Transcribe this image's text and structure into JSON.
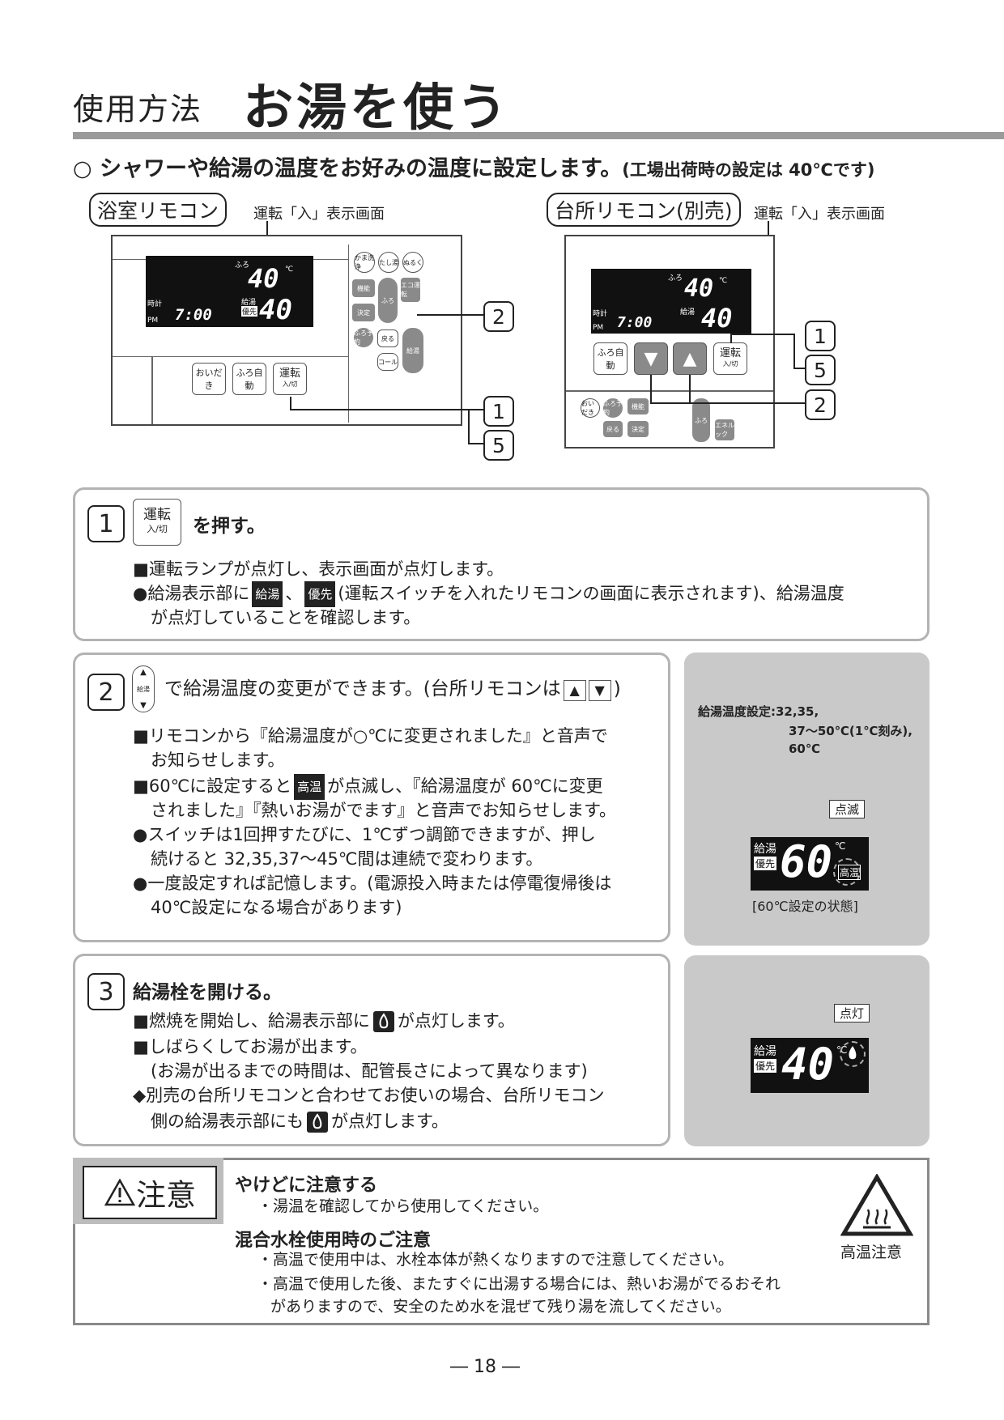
{
  "header": {
    "category": "使用方法",
    "title": "お湯を使う"
  },
  "intro": {
    "main": "○ シャワーや給湯の温度をお好みの温度に設定します。",
    "note": "(工場出荷時の設定は 40℃です)"
  },
  "bath_remote": {
    "label": "浴室リモコン",
    "display_note": "運転「入」表示画面",
    "lcd": {
      "bath_small": "ふろ",
      "bath_temp": "40",
      "unit": "℃",
      "clock_label": "時計",
      "pm": "PM",
      "clock": "7:00",
      "kyuto": "給湯",
      "yusen": "優先",
      "supply_temp": "40"
    },
    "buttons": {
      "oidaki": "おいだき",
      "furo_auto": "ふろ自動",
      "unten": "運転",
      "unten_sub": "入/切",
      "kama": "かま洗浄",
      "tashi": "たし湯",
      "nuruku": "ぬるく",
      "kino": "機能",
      "eco": "エコ運転",
      "kettei": "決定",
      "furo": "ふろ",
      "furo_yoyaku": "ふろ予約",
      "modoru": "戻る",
      "kyuto": "給湯",
      "call": "コール"
    },
    "callouts": {
      "c2": "2",
      "c1": "1",
      "c5": "5"
    }
  },
  "kitchen_remote": {
    "label": "台所リモコン(別売)",
    "display_note": "運転「入」表示画面",
    "lcd": {
      "bath_small": "ふろ",
      "bath_temp": "40",
      "unit": "℃",
      "clock_label": "時計",
      "pm": "PM",
      "clock": "7:00",
      "kyuto": "給湯",
      "supply_temp": "40"
    },
    "buttons": {
      "furo_auto": "ふろ自動",
      "unten": "運転",
      "unten_sub": "入/切",
      "oidaki": "おいだき",
      "furo_yoyaku": "ふろ予約",
      "kino": "機能",
      "modoru": "戻る",
      "kettei": "決定",
      "furo": "ふろ",
      "ene": "エネルック"
    },
    "callouts": {
      "c1": "1",
      "c5": "5",
      "c2": "2"
    }
  },
  "step1": {
    "num": "1",
    "btn_main": "運転",
    "btn_sub": "入/切",
    "action": "を押す。",
    "line1": "■運転ランプが点灯し、表示画面が点灯します。",
    "line2_a": "●給湯表示部に",
    "tag_kyuto": "給湯",
    "sep": "、",
    "tag_yusen": "優先",
    "line2_b": "(運転スイッチを入れたリモコンの画面に表示されます)、給湯温度",
    "line3": "が点灯していることを確認します。"
  },
  "step2": {
    "num": "2",
    "btn_label": "給湯",
    "action_a": "で給湯温度の変更ができます。(台所リモコンは",
    "action_b": ")",
    "l1": "■リモコンから『給湯温度が○℃に変更されました』と音声で",
    "l2": "お知らせします。",
    "l3_a": "■60℃に設定すると",
    "tag_kouon": "高温",
    "l3_b": "が点滅し、『給湯温度が 60℃に変更",
    "l4": "されました』『熱いお湯がでます』と音声でお知らせします。",
    "l5": "●スイッチは1回押すたびに、1℃ずつ調節できますが、押し",
    "l6": "続けると 32,35,37～45℃間は連続で変わります。",
    "l7": "●一度設定すれば記憶します。(電源投入時または停電復帰後は",
    "l8": "40℃設定になる場合があります)",
    "side": {
      "range1": "給湯温度設定:32,35,",
      "range2": "37～50℃(1℃刻み),",
      "range3": "60℃",
      "tag": "点滅",
      "kyuto": "給湯",
      "yusen": "優先",
      "temp": "60",
      "unit": "℃",
      "kouon": "高温",
      "caption": "[60℃設定の状態]"
    }
  },
  "step3": {
    "num": "3",
    "action": "給湯栓を開ける。",
    "l1_a": "■燃焼を開始し、給湯表示部に",
    "l1_b": "が点灯します。",
    "l2": "■しばらくしてお湯が出ます。",
    "l3": "(お湯が出るまでの時間は、配管長さによって異なります)",
    "l4": "◆別売の台所リモコンと合わせてお使いの場合、台所リモコン",
    "l5_a": "側の給湯表示部にも",
    "l5_b": "が点灯します。",
    "side": {
      "tag": "点灯",
      "kyuto": "給湯",
      "yusen": "優先",
      "temp": "40",
      "unit": "℃"
    }
  },
  "caution": {
    "label": "注意",
    "t1": "やけどに注意する",
    "b1": "・湯温を確認してから使用してください。",
    "t2": "混合水栓使用時のご注意",
    "b2": "・高温で使用中は、水栓本体が熱くなりますので注意してください。",
    "b3": "・高温で使用した後、またすぐに出湯する場合には、熱いお湯がでるおそれ",
    "b4": "がありますので、安全のため水を混ぜて残り湯を流してください。",
    "icon_label": "高温注意"
  },
  "footer": {
    "page": "― 18 ―"
  }
}
